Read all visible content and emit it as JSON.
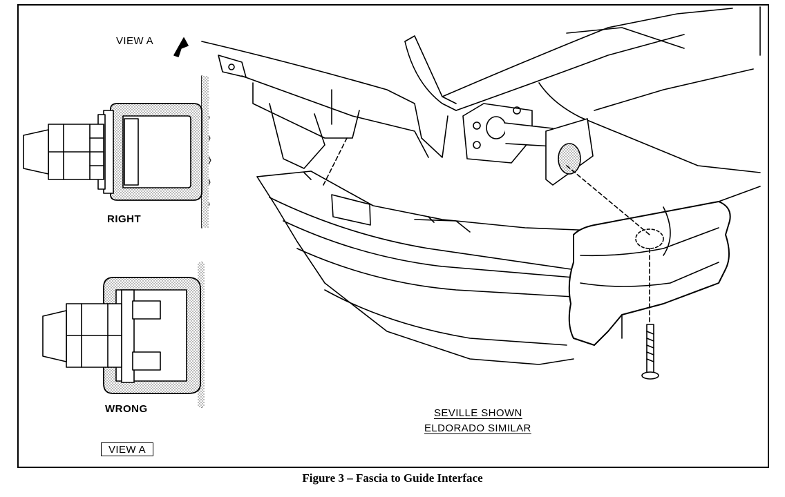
{
  "figure": {
    "caption": "Figure 3 – Fascia to Guide Interface",
    "view_a_pointer_label": "VIEW A",
    "view_a_box_label": "VIEW A",
    "right_label": "RIGHT",
    "wrong_label": "WRONG",
    "seville_note": "SEVILLE SHOWN",
    "eldorado_note": "ELDORADO SIMILAR"
  }
}
